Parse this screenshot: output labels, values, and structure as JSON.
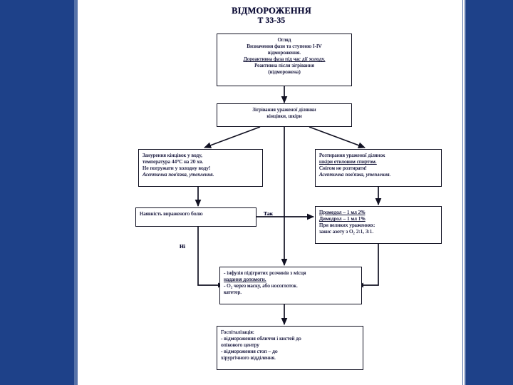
{
  "slide": {
    "title_line1": "ВІДМОРОЖЕННЯ",
    "title_line2": "Т 33-35",
    "accent_color": "#1e4189",
    "accent_edge_color": "#5672a8",
    "text_color": "#0c0c2e",
    "box_border_color": "#111122",
    "background": "#ffffff"
  },
  "flowchart": {
    "type": "flowchart",
    "nodes": {
      "examination": {
        "name": "examination",
        "lines": [
          "Огляд",
          "Визначення фази та ступеню I-IV",
          "відмороження.",
          "Дореактивна фаза під час дії холоду.",
          "Реактивна після зігрівання",
          "(відморожена)"
        ]
      },
      "warming": {
        "name": "warming",
        "lines": [
          "Зігрівання ураженої ділянки",
          "кінцівки, шкіри"
        ]
      },
      "immersion": {
        "name": "immersion",
        "lines": [
          "Занурення кінцівок у воду,",
          "температура 44°С на 20 хв.",
          "Не погружати у холодну воду!",
          "Асептична пов'язка, утеплення."
        ]
      },
      "rubbing": {
        "name": "rubbing",
        "lines": [
          "Розтирання ураженої ділянок",
          "шкіри етиловим спиртом.",
          "Снігом не розтирати!",
          "Асептична пов'язка, утеплення."
        ]
      },
      "pain_check": {
        "name": "pain-check",
        "lines": [
          "Наявність вираженого болю"
        ]
      },
      "medication": {
        "name": "medication",
        "lines": [
          "Промедол – 1 мл 2%",
          "Димедрол – 1 мл 1%",
          "При великих ураженнях:",
          "закис азоту з О₂ 2:1, 3:1."
        ]
      },
      "infusion": {
        "name": "infusion",
        "lines": [
          "- інфузія підігритих розчинів  з місця",
          "надання допомоги.",
          "- О₂ через маску, або носоглоток.",
          "катетер."
        ]
      },
      "hospitalization": {
        "name": "hospitalization",
        "lines": [
          "Госпіталізація:",
          "- відмороження обличчя і кистей до",
          "опікового центру",
          "- відмороження стоп – до",
          "хірургічного відділення."
        ]
      }
    },
    "edge_labels": {
      "yes": "Так",
      "no": "Ні"
    },
    "edges": [
      {
        "from": "examination",
        "to": "warming",
        "label": ""
      },
      {
        "from": "warming",
        "to": "immersion",
        "label": ""
      },
      {
        "from": "warming",
        "to": "rubbing",
        "label": ""
      },
      {
        "from": "warming",
        "to": "infusion",
        "label": ""
      },
      {
        "from": "pain_check",
        "to": "medication",
        "label": "Так"
      },
      {
        "from": "pain_check",
        "to": "infusion",
        "label": "Ні"
      },
      {
        "from": "medication",
        "to": "infusion",
        "label": ""
      },
      {
        "from": "infusion",
        "to": "hospitalization",
        "label": ""
      }
    ]
  }
}
